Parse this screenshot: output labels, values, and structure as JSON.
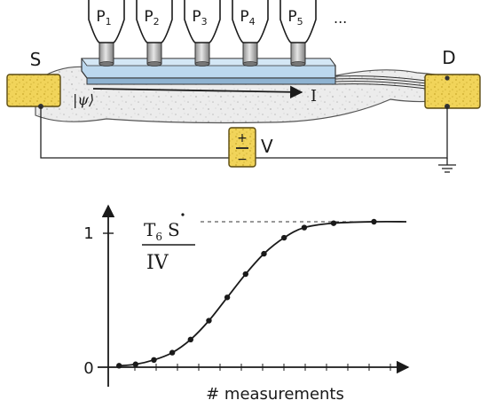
{
  "diagram": {
    "source_label": "S",
    "drain_label": "D",
    "current_label": "I",
    "voltage_label": "V",
    "battery_plus": "+",
    "battery_minus": "−",
    "state_label": "|ψ⟩",
    "probes": [
      {
        "label": "P",
        "sub": "1"
      },
      {
        "label": "P",
        "sub": "2"
      },
      {
        "label": "P",
        "sub": "3"
      },
      {
        "label": "P",
        "sub": "4"
      },
      {
        "label": "P",
        "sub": "5"
      }
    ],
    "probes_ellipsis": "...",
    "colors": {
      "contact": "#f1d45a",
      "contact_border": "#5a4a10",
      "substrate": "#eaeaea",
      "slab_top": "#bcd8ee",
      "slab_side": "#8fb3d1",
      "probe_metal": "#b8b8b8",
      "battery": "#f1d45a"
    }
  },
  "chart_data": {
    "type": "line",
    "xlabel": "# measurements",
    "ylabel_num_main": "T",
    "ylabel_num_sub": "6",
    "ylabel_num_sym": "S",
    "ylabel_den": "IV",
    "yticks": [
      "0",
      "1"
    ],
    "ylim": [
      0,
      1
    ],
    "xlim": [
      0,
      15
    ],
    "asymptote": 1,
    "series": [
      {
        "x": [
          0.3,
          1.2,
          2.2,
          3.2,
          4.2,
          5.2,
          6.2,
          7.2,
          8.2,
          9.3,
          10.4,
          12.0,
          14.2
        ],
        "y": [
          0.01,
          0.02,
          0.05,
          0.1,
          0.19,
          0.32,
          0.48,
          0.64,
          0.78,
          0.89,
          0.96,
          0.99,
          1.0
        ]
      }
    ]
  }
}
